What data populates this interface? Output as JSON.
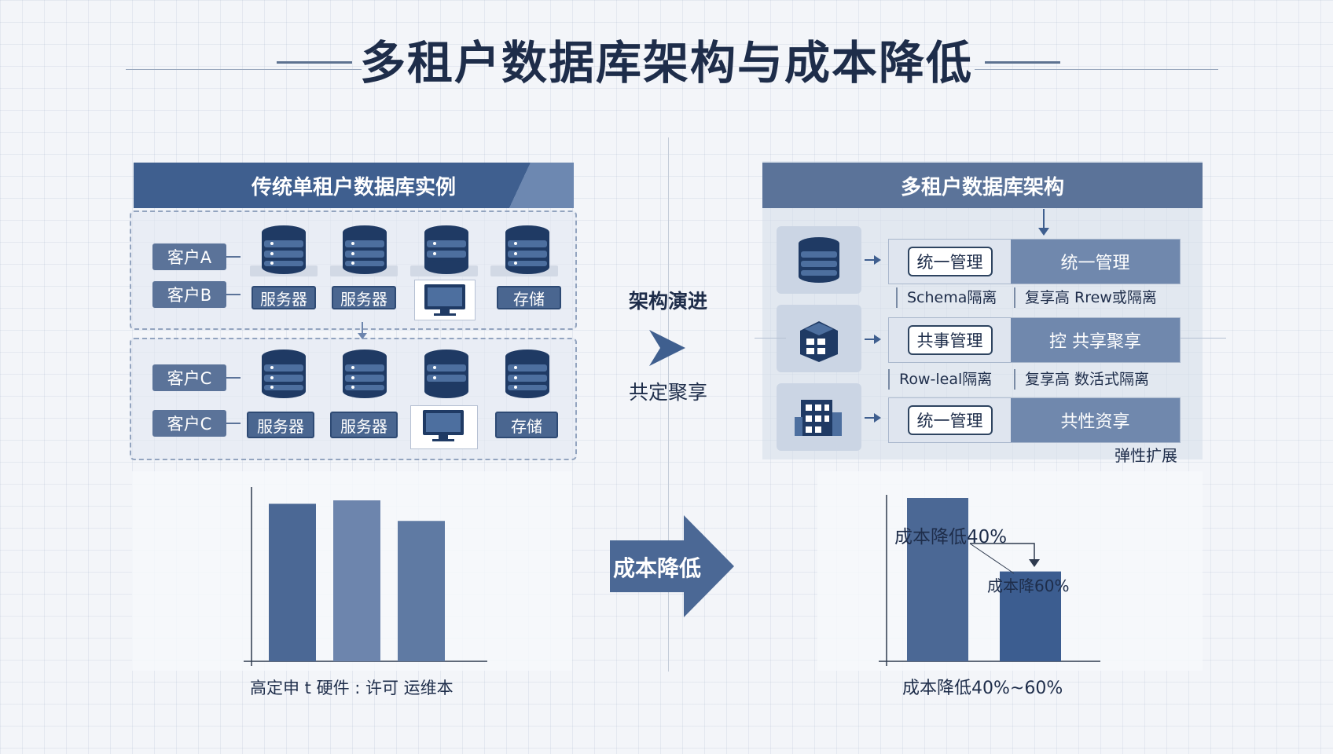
{
  "title": "多租户数据库架构与成本降低",
  "left_panel": {
    "header": "传统单租户数据库实例",
    "group1": {
      "clients": [
        "客户A",
        "客户B"
      ],
      "servers": [
        "服务器",
        "服务器",
        "",
        "存储"
      ]
    },
    "group2": {
      "clients": [
        "客户C",
        "客户C"
      ],
      "servers": [
        "服务器",
        "服务器",
        "",
        "存储"
      ]
    }
  },
  "middle": {
    "evolution_label": "架构演进",
    "shared_label": "共定聚享",
    "cost_arrow_label": "成本降低"
  },
  "right_panel": {
    "header": "多租户数据库架构",
    "rows": [
      {
        "button": "统一管理",
        "value": "统一管理",
        "icon": "database-icon"
      },
      {
        "button": "共事管理",
        "value": "控 共享聚享",
        "icon": "tenant-box-icon"
      },
      {
        "button": "统一管理",
        "value": "共性资享",
        "icon": "building-icon"
      }
    ],
    "sub_rows": [
      {
        "left": "Schema隔离",
        "right": "复享高   Rrew或隔离"
      },
      {
        "left": "Row-leal隔离",
        "right": "复享高   数活式隔离"
      }
    ],
    "footer": "弹性扩展"
  },
  "chart_data": [
    {
      "type": "bar",
      "categories": [
        "高定申",
        "硬件",
        "许可",
        "运维本"
      ],
      "values": [
        92,
        94,
        82
      ],
      "ylim": [
        0,
        100
      ],
      "xlabel": "高定申 t 硬件 : 许可  运维本",
      "colors": [
        "#4b6895",
        "#6d85ad",
        "#5f7aa3"
      ]
    },
    {
      "type": "bar",
      "categories": [
        "",
        ""
      ],
      "values": [
        100,
        55
      ],
      "ylim": [
        0,
        100
      ],
      "annotations": [
        "成本降低40%",
        "成本降60%"
      ],
      "xlabel": "成本降低40%~60%",
      "colors": [
        "#4b6895",
        "#3c5d90"
      ]
    }
  ]
}
